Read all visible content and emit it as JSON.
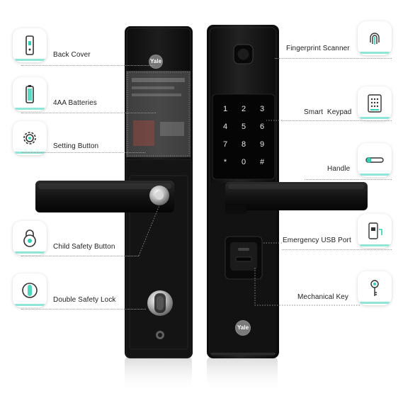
{
  "brand": {
    "name": "Yale"
  },
  "keypad": {
    "keys": [
      "1",
      "2",
      "3",
      "4",
      "5",
      "6",
      "7",
      "8",
      "9",
      "*",
      "0",
      "#"
    ]
  },
  "left_features": [
    {
      "label": "Back Cover",
      "icon": "back-cover-icon"
    },
    {
      "label": "4AA Batteries",
      "icon": "battery-icon"
    },
    {
      "label": "Setting Button",
      "icon": "gear-icon"
    },
    {
      "label": "Child Safety Button",
      "icon": "child-safety-lock-icon"
    },
    {
      "label": "Double Safety Lock",
      "icon": "safety-lock-knob-icon"
    }
  ],
  "right_features": [
    {
      "label": "Fingerprint Scanner",
      "icon": "fingerprint-icon"
    },
    {
      "label": "Smart  Keypad",
      "icon": "keypad-icon"
    },
    {
      "label": "Handle",
      "icon": "handle-icon"
    },
    {
      "label": "Emergency USB Port",
      "icon": "usb-port-icon"
    },
    {
      "label": "Mechanical Key",
      "icon": "key-icon"
    }
  ],
  "colors": {
    "accent": "#2fd2b4",
    "lock_body": "#141414",
    "keypad_text": "#e8e8e8"
  }
}
